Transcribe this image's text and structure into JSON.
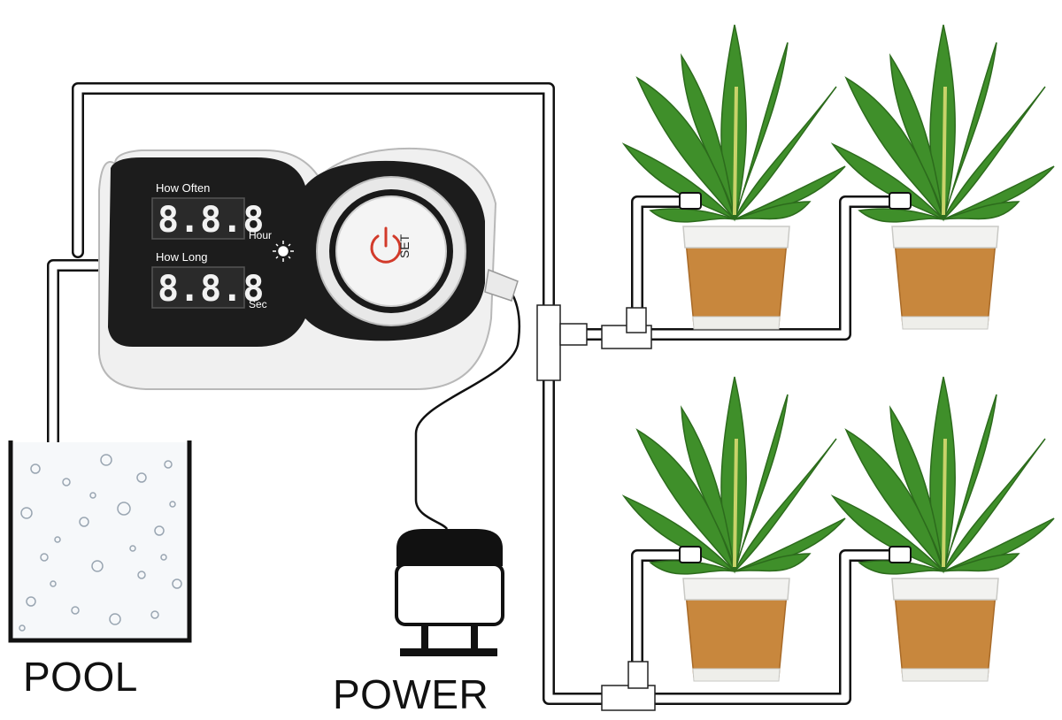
{
  "labels": {
    "pool": "POOL",
    "power": "POWER"
  },
  "controller": {
    "how_often_label": "How Often",
    "how_often_display": "8.8.8",
    "how_often_unit": "Hour",
    "how_long_label": "How Long",
    "how_long_display": "8.8.8",
    "how_long_unit": "Sec",
    "set_button_label": "SET"
  },
  "colors": {
    "leaf_green": "#3f8f2a",
    "pot_orange": "#c8873d",
    "power_icon_red": "#d23a2a",
    "display_black": "#1a1a1a"
  },
  "icons": [
    "power-icon",
    "brightness-icon",
    "power-adapter-icon",
    "plant-pot-icon"
  ]
}
